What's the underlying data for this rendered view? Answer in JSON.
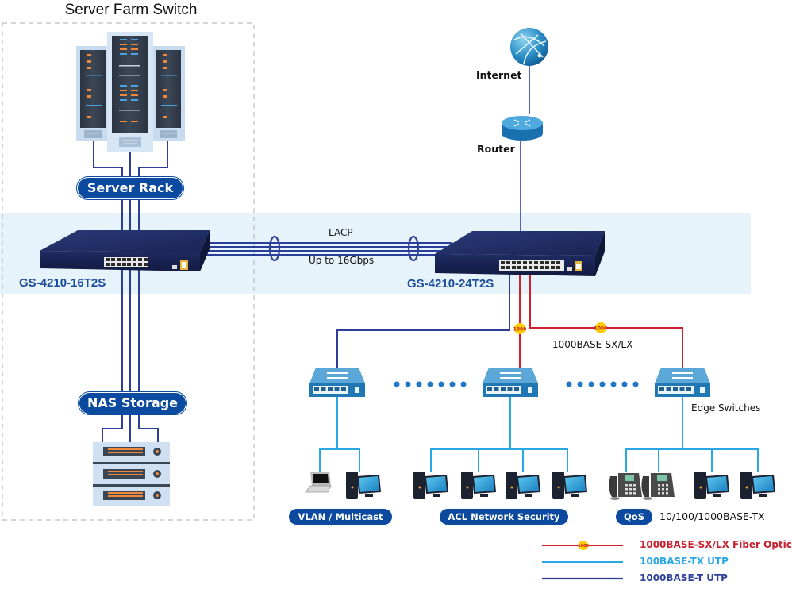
{
  "title": "Server Farm Switch",
  "labels": {
    "server_rack": "Server Rack",
    "nas_storage": "NAS Storage",
    "internet": "Internet",
    "router": "Router",
    "lacp": "LACP",
    "lacp_speed": "Up to 16Gbps",
    "fiber_link": "1000BASE-SX/LX",
    "edge_switches": "Edge Switches",
    "access_speed": "10/100/1000BASE-TX"
  },
  "switches": {
    "left_model": "GS-4210-16T2S",
    "right_model": "GS-4210-24T2S"
  },
  "fiber_badge": "1000",
  "features": [
    {
      "label": "VLAN / Multicast"
    },
    {
      "label": "ACL Network Security"
    },
    {
      "label": "QoS"
    }
  ],
  "legend": [
    {
      "label": "1000BASE-SX/LX Fiber Optic",
      "color": "#d0202e",
      "badge": true
    },
    {
      "label": "100BASE-TX UTP",
      "color": "#2aa8e6",
      "badge": false
    },
    {
      "label": "1000BASE-T UTP",
      "color": "#2b3f9a",
      "badge": false
    }
  ],
  "colors": {
    "dark_blue_line": "#2b3f9a",
    "light_blue_line": "#2aa8e6",
    "fiber_red": "#d0202e",
    "badge_yellow": "#ffcc00",
    "band": "#e6f3fb",
    "pill": "#0b4a9e"
  }
}
